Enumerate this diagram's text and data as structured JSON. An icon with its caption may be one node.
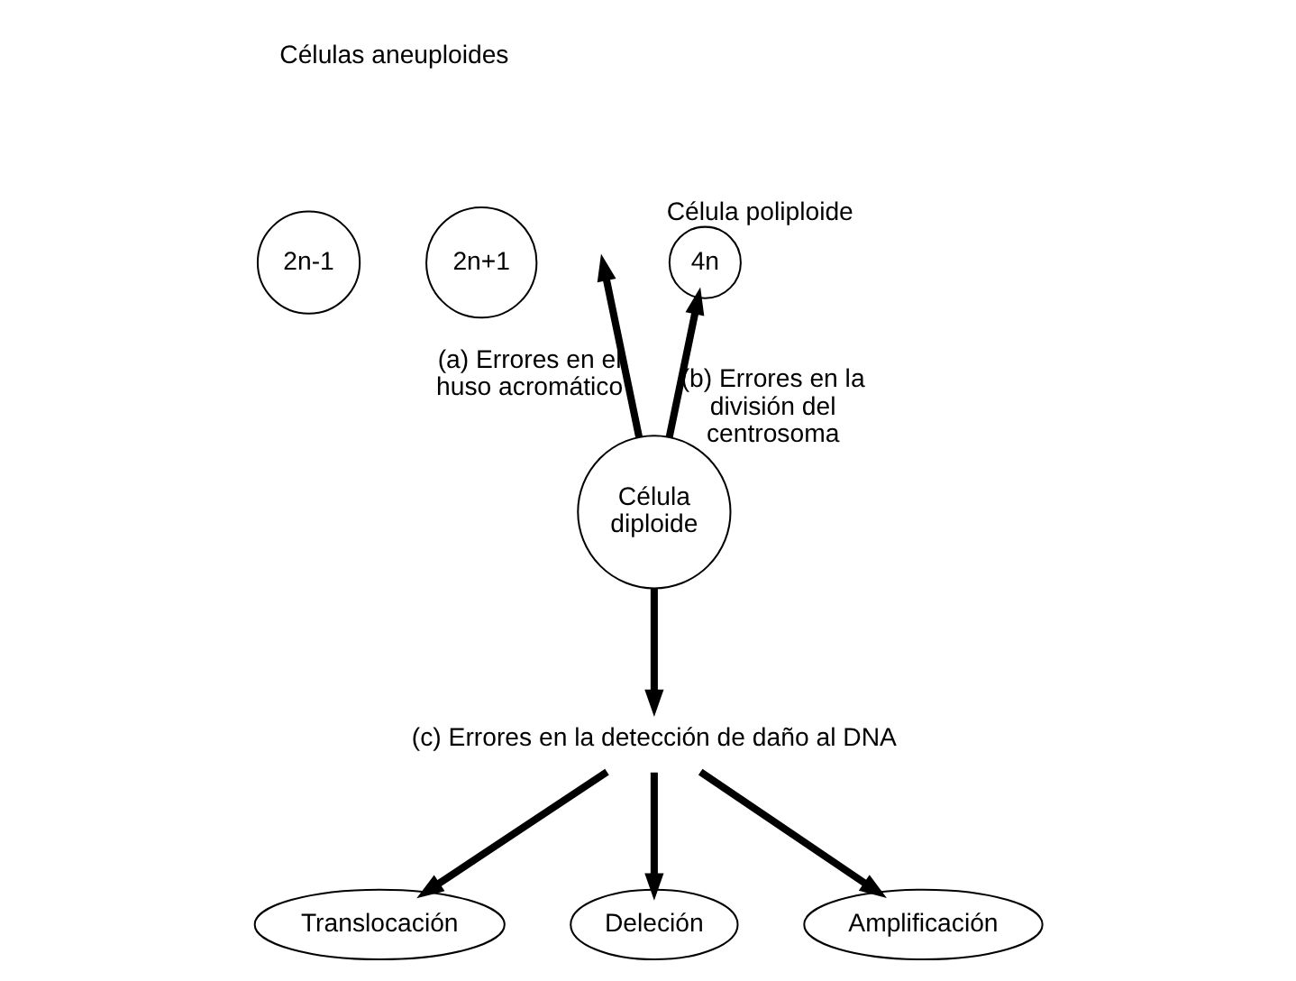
{
  "diagram": {
    "nodes": [
      {
        "text": [
          "2n-1"
        ]
      },
      {
        "text": [
          "2n+1"
        ]
      },
      {
        "text": [
          "4n"
        ],
        "beside": [
          "Célula poliploide"
        ]
      },
      {
        "text": [
          "Célula diploide"
        ]
      },
      {
        "text": [
          "(c) Errores en la detección de daño al DNA"
        ]
      },
      {
        "text": [
          "Translocación"
        ]
      },
      {
        "text": [
          "Deleción"
        ]
      },
      {
        "text": [
          "Amplificación"
        ]
      }
    ],
    "edges": [
      {
        "from": 3,
        "to": null,
        "arrow": "to",
        "label": "(a) Errores en el huso acromático"
      },
      {
        "from": 3,
        "to": 2,
        "arrow": "to",
        "label": "(b) Errores en la división del centrosoma"
      },
      {
        "from": 3,
        "to": 4,
        "arrow": "to"
      },
      {
        "from": 4,
        "to": 5,
        "arrow": "to"
      },
      {
        "from": 4,
        "to": 6,
        "arrow": "to"
      },
      {
        "from": 4,
        "to": 7,
        "arrow": "to"
      }
    ],
    "labels": [
      "Células aneuploides"
    ]
  }
}
